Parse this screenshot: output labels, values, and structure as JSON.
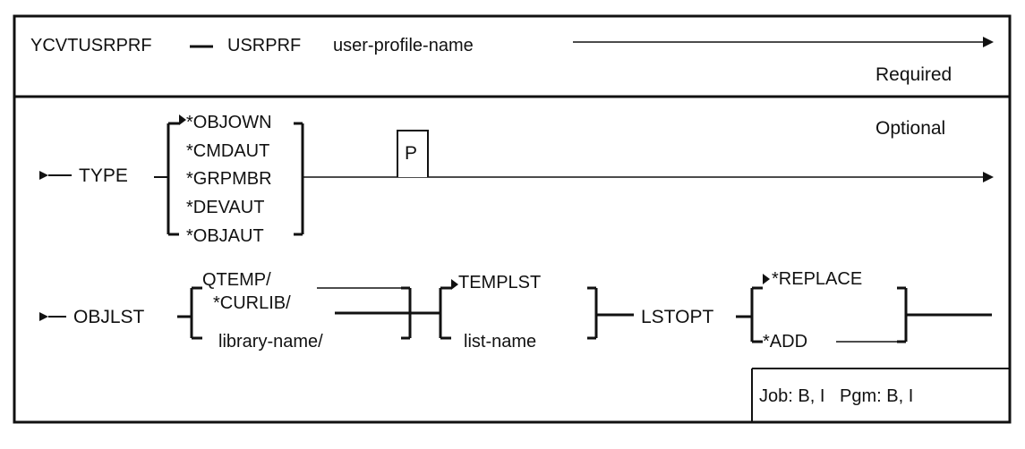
{
  "header": {
    "command": "YCVTUSRPRF",
    "keyword": "USRPRF",
    "param": "user-profile-name",
    "required_label": "Required"
  },
  "optional_label": "Optional",
  "type_param": {
    "keyword": "TYPE",
    "values": [
      "*OBJOWN",
      "*CMDAUT",
      "*GRPMBR",
      "*DEVAUT",
      "*OBJAUT"
    ],
    "positional_marker": "P"
  },
  "objlst_param": {
    "keyword": "OBJLST",
    "library_options": [
      "QTEMP/",
      "*CURLIB/",
      "library-name/"
    ],
    "list_options": [
      "TEMPLST",
      "list-name"
    ]
  },
  "lstopt_param": {
    "keyword": "LSTOPT",
    "values": [
      "*REPLACE",
      "*ADD"
    ]
  },
  "footer": {
    "environment": "Job: B, I   Pgm: B, I"
  }
}
